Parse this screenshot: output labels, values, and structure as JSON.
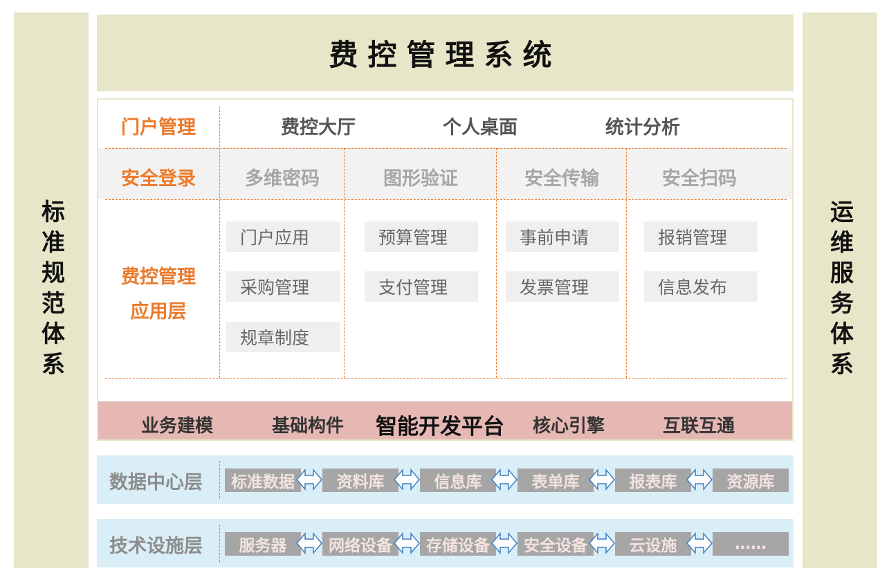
{
  "sides": {
    "left": "标准规范体系",
    "right": "运维服务体系"
  },
  "title": "费控管理系统",
  "portal": {
    "label": "门户管理",
    "items": [
      "费控大厅",
      "个人桌面",
      "统计分析"
    ]
  },
  "login": {
    "label": "安全登录",
    "items": [
      "多维密码",
      "图形验证",
      "安全传输",
      "安全扫码"
    ]
  },
  "app_layer": {
    "label_line1": "费控管理",
    "label_line2": "应用层",
    "columns": [
      [
        "门户应用",
        "采购管理",
        "规章制度"
      ],
      [
        "预算管理",
        "支付管理"
      ],
      [
        "事前申请",
        "发票管理"
      ],
      [
        "报销管理",
        "信息发布"
      ]
    ]
  },
  "platform": {
    "main": "智能开发平台",
    "items": [
      "业务建模",
      "基础构件",
      "核心引擎",
      "互联互通"
    ]
  },
  "data_center": {
    "label": "数据中心层",
    "items": [
      "标准数据",
      "资料库",
      "信息库",
      "表单库",
      "报表库",
      "资源库"
    ]
  },
  "infrastructure": {
    "label": "技术设施层",
    "items": [
      "服务器",
      "网络设备",
      "存储设备",
      "安全设备",
      "云设施",
      "……"
    ]
  },
  "colors": {
    "accent": "#ec7a2b",
    "side_bg": "#e8e6c8",
    "platform_bg": "#e6b8b4",
    "layer_bg": "#daeef7"
  }
}
